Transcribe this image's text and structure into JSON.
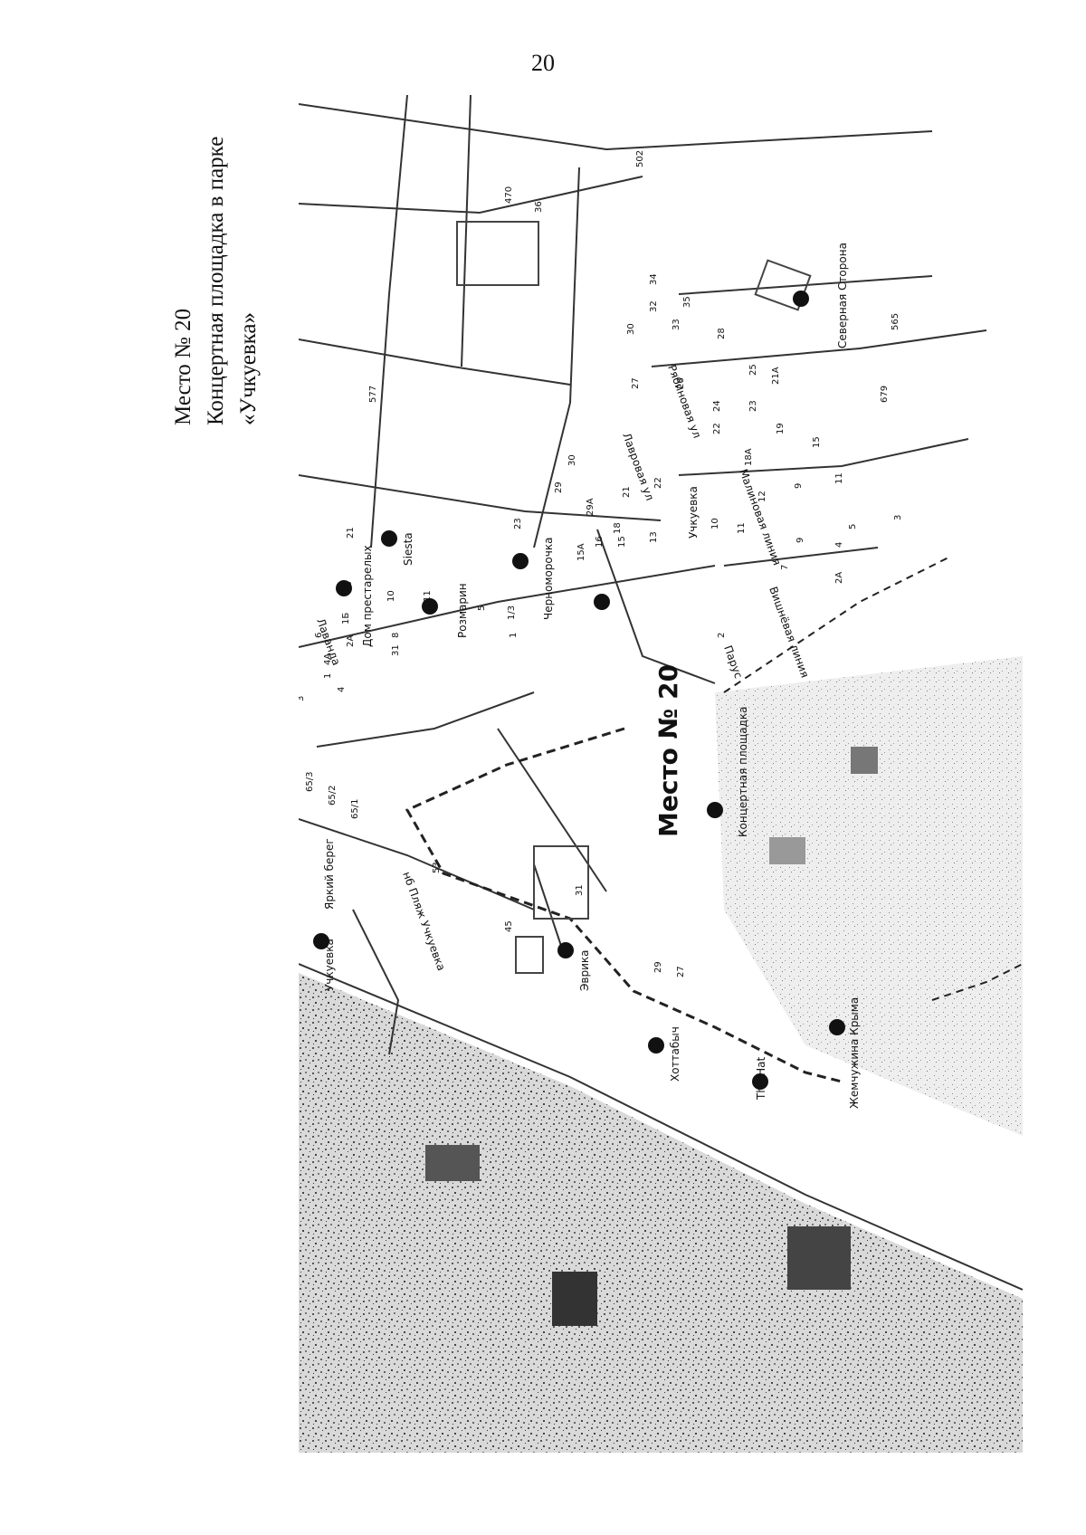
{
  "page": {
    "number": "20",
    "caption": [
      "Место № 20",
      "Концертная площадка в парке",
      "«Учкуевка»"
    ]
  },
  "map": {
    "title": "Место № 20",
    "place_labels": [
      "Учкуевка",
      "Яркий берег",
      "нб Пляж Учкуевка",
      "Эврика",
      "Хоттабыч",
      "The Hat",
      "Жемчужина Крыма",
      "Концертная площадка",
      "Черноморочка",
      "Розмарин",
      "Siesta",
      "Дом престарелых",
      "Северная Сторона",
      "Лавровая ул",
      "Малиновая линия",
      "Вишнёвая линия",
      "Учкуевка",
      "Рябиновая ул",
      "Парус",
      "Лаванда"
    ],
    "house_numbers": [
      "65/3",
      "65/2",
      "65/1",
      "53",
      "45",
      "31",
      "29",
      "27",
      "470",
      "36",
      "502",
      "577",
      "32",
      "34",
      "33",
      "35",
      "30",
      "28",
      "27",
      "26",
      "25",
      "24",
      "21A",
      "23",
      "22",
      "19",
      "15",
      "29",
      "30",
      "29A",
      "21",
      "22",
      "18",
      "18A",
      "16",
      "15A",
      "15",
      "13",
      "12",
      "11",
      "10",
      "9",
      "5",
      "4",
      "3",
      "2",
      "2A",
      "679",
      "565",
      "23",
      "21",
      "16",
      "6",
      "4A",
      "1",
      "3",
      "4",
      "2A",
      "1Б",
      "10",
      "11",
      "8",
      "5",
      "1/3",
      "1",
      "31",
      "11",
      "9",
      "7"
    ]
  }
}
